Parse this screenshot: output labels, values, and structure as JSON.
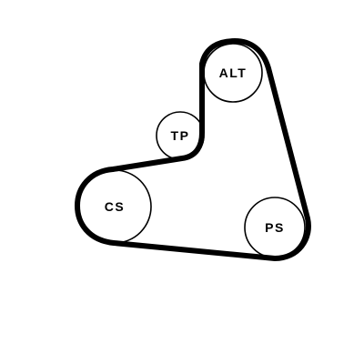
{
  "diagram": {
    "pulleys": {
      "alt": {
        "label": "ALT"
      },
      "tp": {
        "label": "TP"
      },
      "cs": {
        "label": "CS"
      },
      "ps": {
        "label": "PS"
      }
    },
    "colors": {
      "belt": "#000000",
      "pulley_outline": "#000000",
      "background": "#ffffff"
    }
  }
}
